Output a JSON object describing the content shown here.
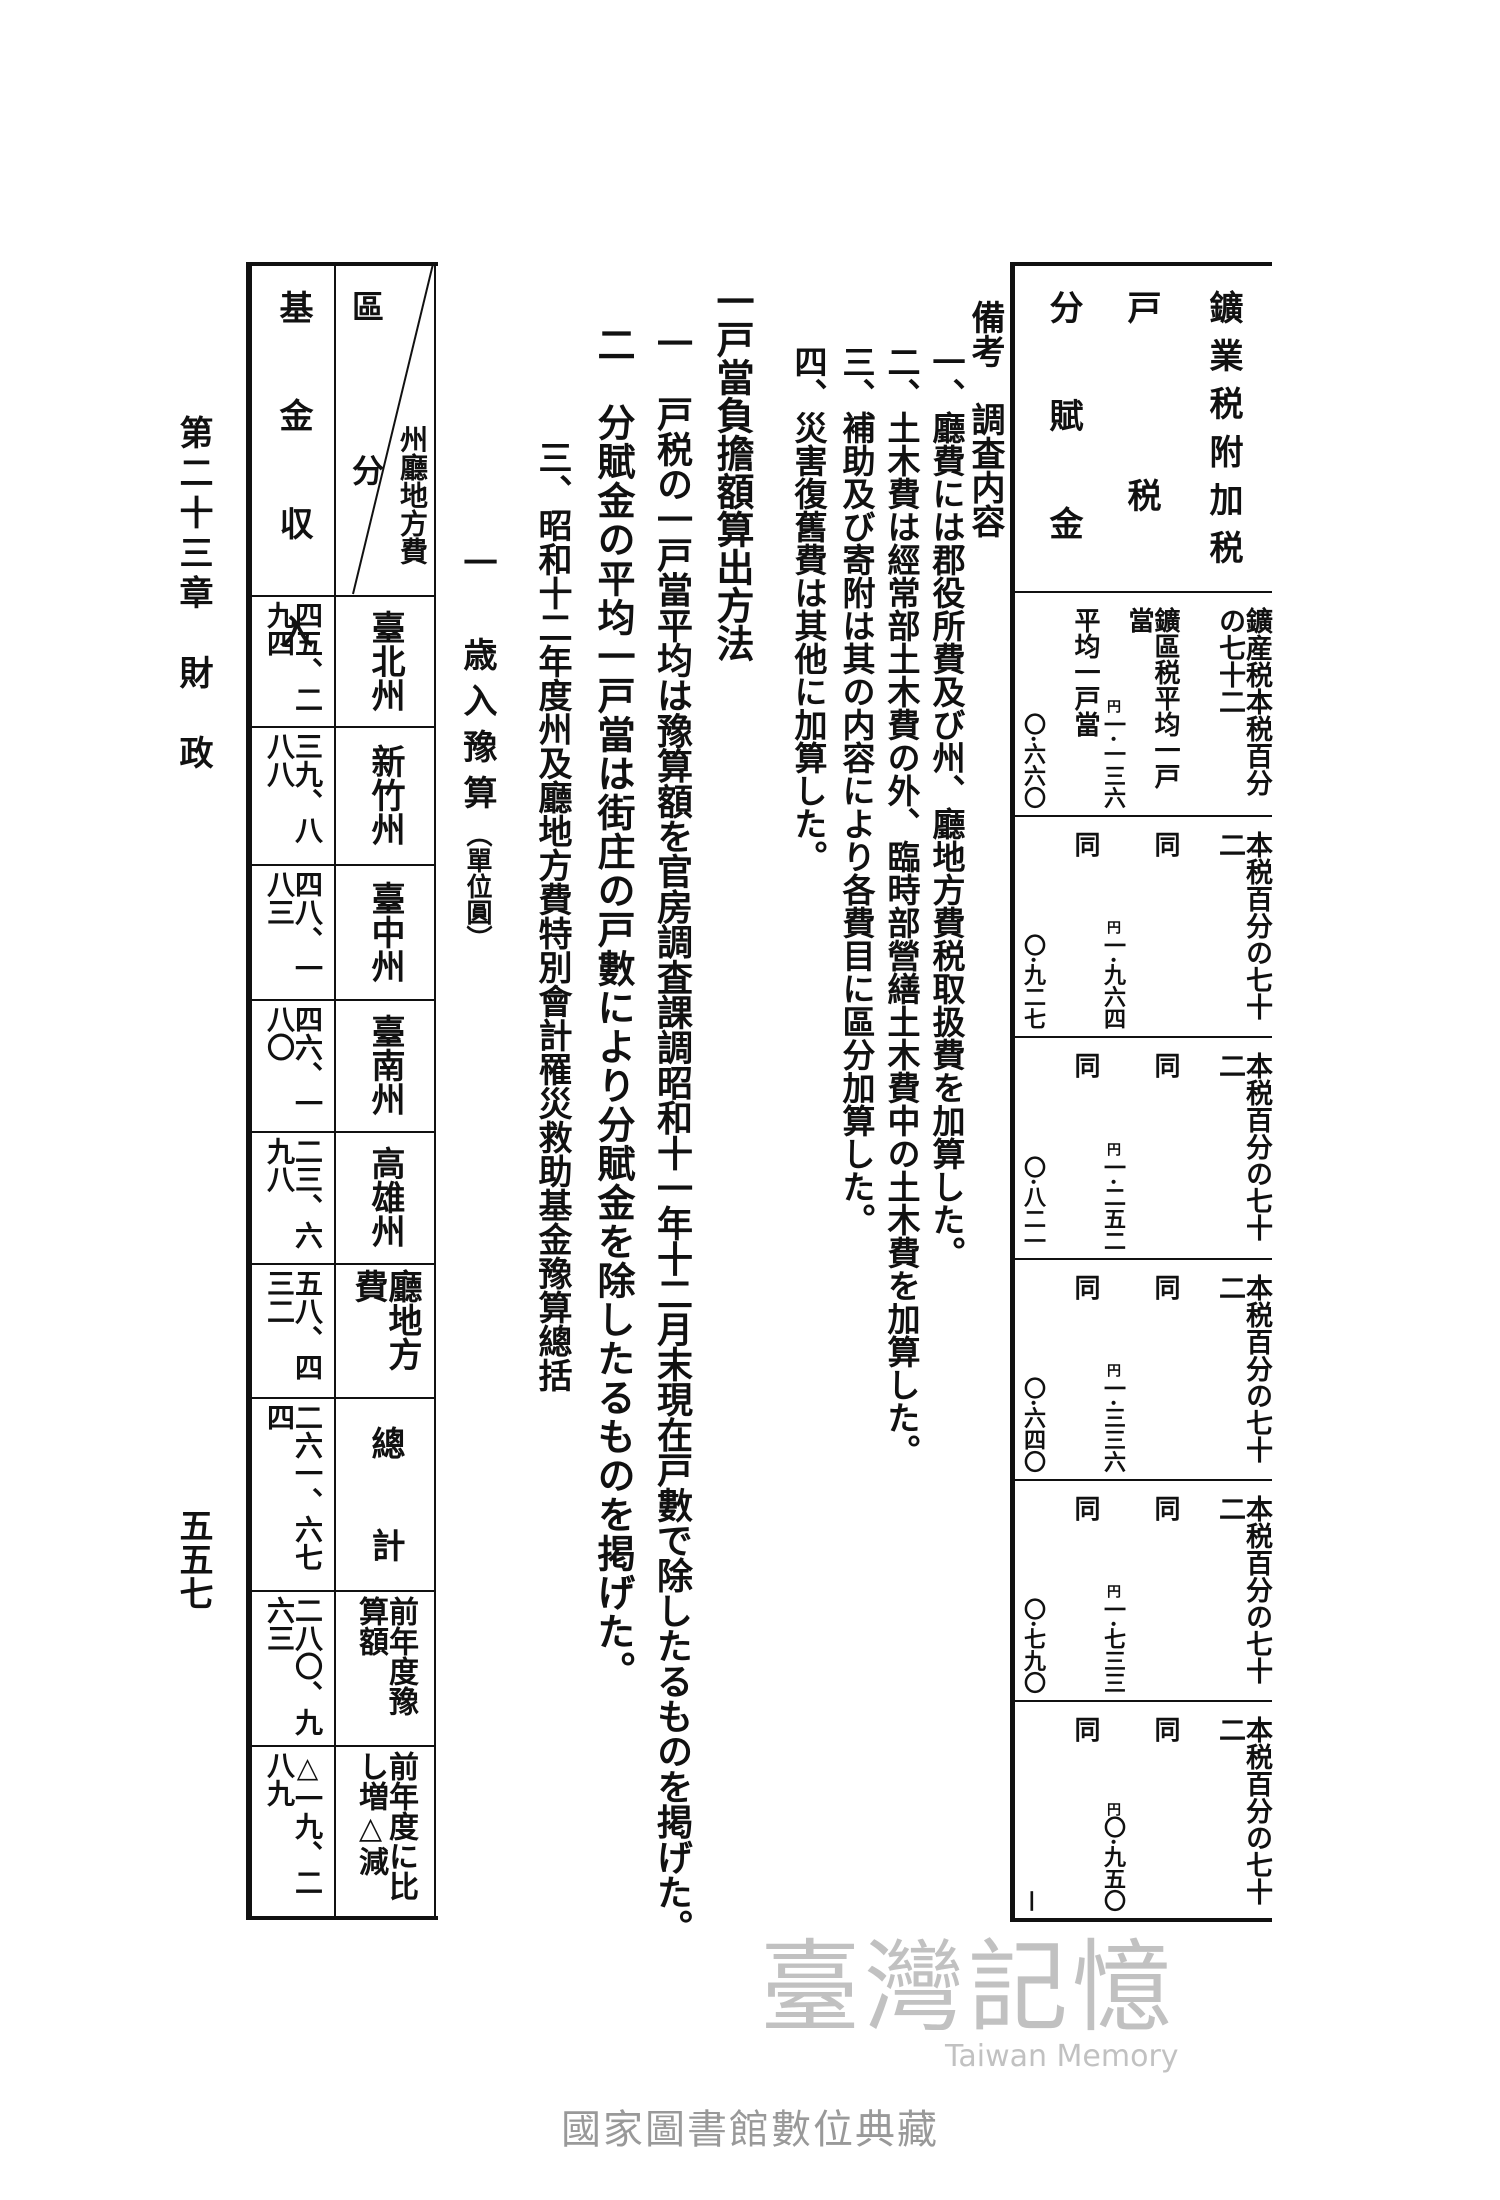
{
  "running_head": {
    "chapter": "第二十三章　財　政",
    "page_number": "五五七"
  },
  "mining_table": {
    "headers": {
      "mining_tax": "鑛業税附加税",
      "household_tax": "戸　税",
      "allotment": "分　賦　金"
    },
    "rows": [
      {
        "mining_tax": "鑛産税本税百分の七十二",
        "household_label": "鑛區税平均一戸當",
        "household_value": "一·一三六",
        "allotment_label": "平均一戸當",
        "allotment_value": "〇·六六〇"
      },
      {
        "mining_tax": "本税百分の七十二",
        "household_label": "同",
        "household_value": "一·九六四",
        "allotment_label": "同",
        "allotment_value": "〇·九二七"
      },
      {
        "mining_tax": "本税百分の七十二",
        "household_label": "同",
        "household_value": "一·二五二",
        "allotment_label": "同",
        "allotment_value": "〇·八二一"
      },
      {
        "mining_tax": "本税百分の七十二",
        "household_label": "同",
        "household_value": "一·三三六",
        "allotment_label": "同",
        "allotment_value": "〇·六四〇"
      },
      {
        "mining_tax": "本税百分の七十二",
        "household_label": "同",
        "household_value": "一·七三三",
        "allotment_label": "同",
        "allotment_value": "〇·七九〇"
      },
      {
        "mining_tax": "本税百分の七十二",
        "household_label": "同",
        "household_value": "〇·九五〇",
        "allotment_label": "同",
        "allotment_value": "—"
      }
    ],
    "unit": "円"
  },
  "notes": {
    "title": "備考　調査内容",
    "items": [
      "一、廳費には郡役所費及び州、廳地方費税取扱費を加算した。",
      "二、土木費は經常部土木費の外、臨時部營繕土木費中の土木費を加算した。",
      "三、補助及び寄附は其の内容により各費目に區分加算した。",
      "四、災害復舊費は其他に加算した。"
    ]
  },
  "method": {
    "heading": "一戸當負擔額算出方法",
    "items": [
      "一　戸税の一戸當平均は豫算額を官房調査課調昭和十一年十二月末現在戸數で除したるものを掲げた。",
      "二　分賦金の平均一戸當は街庄の戸數により分賦金を除したるものを掲げた。"
    ]
  },
  "section_three": {
    "title": "三、昭和十二年度州及廳地方費特別會計罹災救助基金豫算總括",
    "subtitle": "一　歳入豫算",
    "unit": "（單位圓）"
  },
  "fund_table": {
    "corner_top": "區　分",
    "corner_bottom": "州廳地方費",
    "column_header": "基　金　収　入",
    "rows": [
      {
        "label": "臺北州",
        "value": "四五、二九四"
      },
      {
        "label": "新竹州",
        "value": "三九、八八八"
      },
      {
        "label": "臺中州",
        "value": "四八、一八三"
      },
      {
        "label": "臺南州",
        "value": "四六、一八〇"
      },
      {
        "label": "高雄州",
        "value": "二三、六九八"
      },
      {
        "label": "廳地方費",
        "value": "五八、四三二"
      },
      {
        "label": "總　　計",
        "value": "二六一、六七四"
      },
      {
        "label": "前年度豫算額",
        "value": "二八〇、九六三"
      },
      {
        "label": "前年度に比し増△減",
        "value": "△一九、二八九"
      }
    ]
  },
  "watermark": {
    "cjk": "臺灣記憶",
    "latin": "Taiwan Memory"
  },
  "footer": "國家圖書館數位典藏"
}
